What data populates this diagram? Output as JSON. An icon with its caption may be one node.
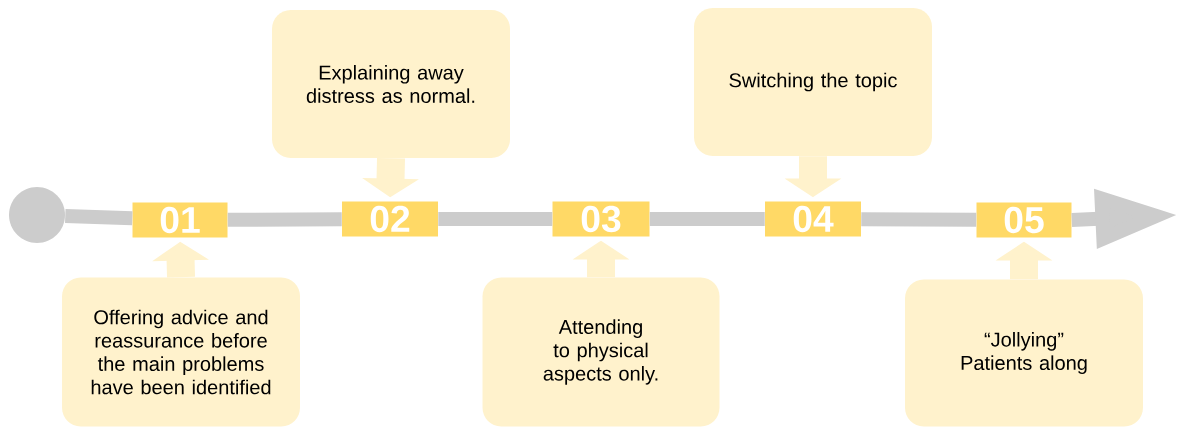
{
  "diagram": {
    "nodes": [
      {
        "text": [],
        "shape": "circle"
      },
      {
        "text": [
          "01"
        ]
      },
      {
        "text": [
          "02"
        ]
      },
      {
        "text": [
          "03"
        ]
      },
      {
        "text": [
          "04"
        ]
      },
      {
        "text": [
          "05"
        ]
      },
      {
        "text": [
          "Offering advice and reassurance before the main problems have been identified"
        ]
      },
      {
        "text": [
          "Explaining away distress as normal."
        ]
      },
      {
        "text": [
          "Attending to physical aspects only."
        ]
      },
      {
        "text": [
          "Switching the topic"
        ]
      },
      {
        "text": [
          "“Jollying” Patients along"
        ]
      }
    ],
    "edges": [
      {
        "from": 0,
        "to": 1,
        "arrow": "none"
      },
      {
        "from": 1,
        "to": 2,
        "arrow": "none"
      },
      {
        "from": 2,
        "to": 3,
        "arrow": "none"
      },
      {
        "from": 3,
        "to": 4,
        "arrow": "none"
      },
      {
        "from": 4,
        "to": 5,
        "arrow": "none"
      },
      {
        "from": 5,
        "to": null,
        "arrow": "to"
      },
      {
        "from": 6,
        "to": 1,
        "arrow": "to",
        "style": "thick",
        "color": "#fff2cc"
      },
      {
        "from": 7,
        "to": 2,
        "arrow": "to",
        "style": "thick",
        "color": "#fff2cc"
      },
      {
        "from": 8,
        "to": 3,
        "arrow": "to",
        "style": "thick",
        "color": "#fff2cc"
      },
      {
        "from": 9,
        "to": 4,
        "arrow": "to",
        "style": "thick",
        "color": "#fff2cc"
      },
      {
        "from": 10,
        "to": 5,
        "arrow": "to",
        "style": "thick",
        "color": "#fff2cc"
      }
    ]
  }
}
